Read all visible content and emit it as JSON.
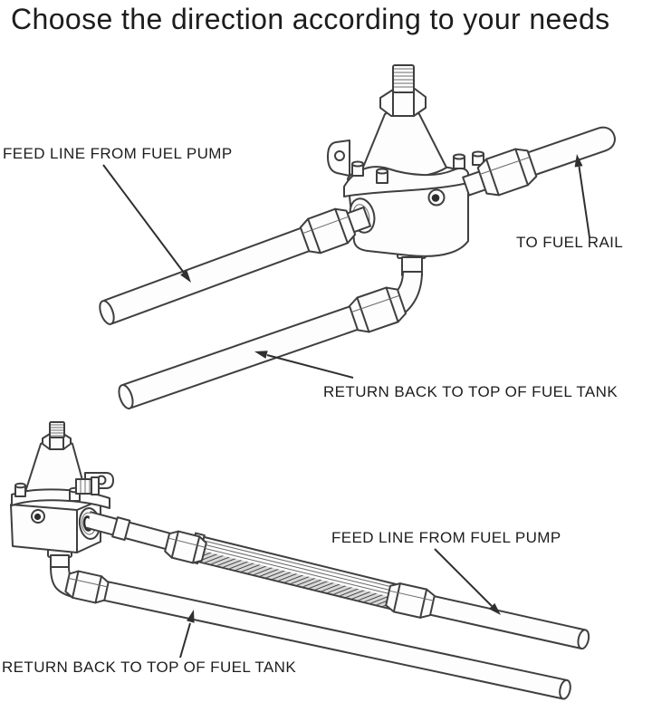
{
  "title": "Choose the direction according to your needs",
  "colors": {
    "line": "#3f3f3f",
    "text": "#1d1d1d",
    "background": "#ffffff",
    "braid_hatch": "#2f2f2f"
  },
  "top_diagram": {
    "labels": {
      "feed_line": "FEED LINE FROM FUEL PUMP",
      "to_fuel_rail": "TO FUEL RAIL",
      "return_line": "RETURN BACK TO TOP OF FUEL TANK"
    }
  },
  "bottom_diagram": {
    "labels": {
      "feed_line": "FEED LINE FROM FUEL PUMP",
      "return_line": "RETURN BACK TO TOP OF FUEL TANK"
    }
  }
}
